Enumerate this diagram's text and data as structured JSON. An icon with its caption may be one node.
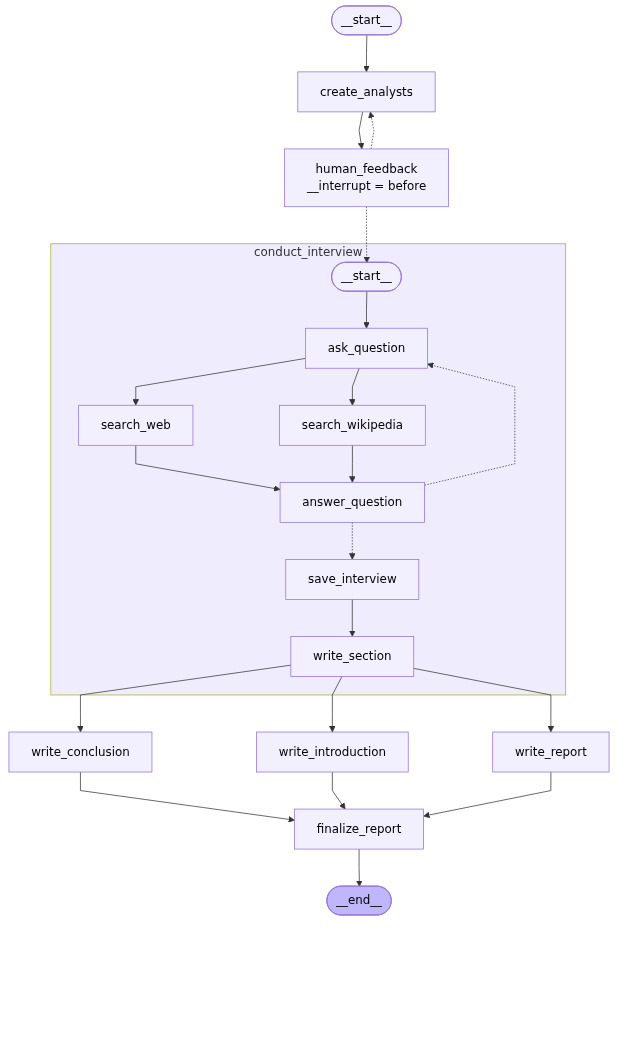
{
  "diagram": {
    "nodes": [
      {
        "text": [
          "__start__"
        ]
      },
      {
        "text": [
          "create_analysts"
        ]
      },
      {
        "text": [
          "human_feedback",
          "__interrupt = before"
        ]
      },
      {
        "text": [
          "conduct_interview"
        ]
      },
      {
        "text": [
          "__start__"
        ],
        "in": 3
      },
      {
        "text": [
          "ask_question"
        ],
        "in": 3
      },
      {
        "text": [
          "search_web"
        ],
        "in": 3
      },
      {
        "text": [
          "search_wikipedia"
        ],
        "in": 3
      },
      {
        "text": [
          "answer_question"
        ],
        "in": 3
      },
      {
        "text": [
          "save_interview"
        ],
        "in": 3
      },
      {
        "text": [
          "write_section"
        ],
        "in": 3
      },
      {
        "text": [
          "write_conclusion"
        ]
      },
      {
        "text": [
          "write_introduction"
        ]
      },
      {
        "text": [
          "write_report"
        ]
      },
      {
        "text": [
          "finalize_report"
        ]
      },
      {
        "text": [
          "__end__"
        ]
      }
    ],
    "edges": [
      {
        "from": 0,
        "to": 1,
        "arrow": "to"
      },
      {
        "from": 1,
        "to": 2,
        "arrow": "to"
      },
      {
        "from": 2,
        "to": 1,
        "arrow": "to",
        "style": "dashed"
      },
      {
        "from": 2,
        "to": 4,
        "arrow": "to",
        "style": "dashed"
      },
      {
        "from": 4,
        "to": 5,
        "arrow": "to"
      },
      {
        "from": 5,
        "to": 6,
        "arrow": "to"
      },
      {
        "from": 5,
        "to": 7,
        "arrow": "to"
      },
      {
        "from": 6,
        "to": 8,
        "arrow": "to"
      },
      {
        "from": 7,
        "to": 8,
        "arrow": "to"
      },
      {
        "from": 8,
        "to": 5,
        "arrow": "to",
        "style": "dashed"
      },
      {
        "from": 8,
        "to": 9,
        "arrow": "to",
        "style": "dashed"
      },
      {
        "from": 9,
        "to": 10,
        "arrow": "to"
      },
      {
        "from": 10,
        "to": 11,
        "arrow": "to"
      },
      {
        "from": 10,
        "to": 12,
        "arrow": "to"
      },
      {
        "from": 10,
        "to": 13,
        "arrow": "to"
      },
      {
        "from": 11,
        "to": 14,
        "arrow": "to"
      },
      {
        "from": 12,
        "to": 14,
        "arrow": "to"
      },
      {
        "from": 13,
        "to": 14,
        "arrow": "to"
      },
      {
        "from": 14,
        "to": 15,
        "arrow": "to"
      }
    ]
  }
}
